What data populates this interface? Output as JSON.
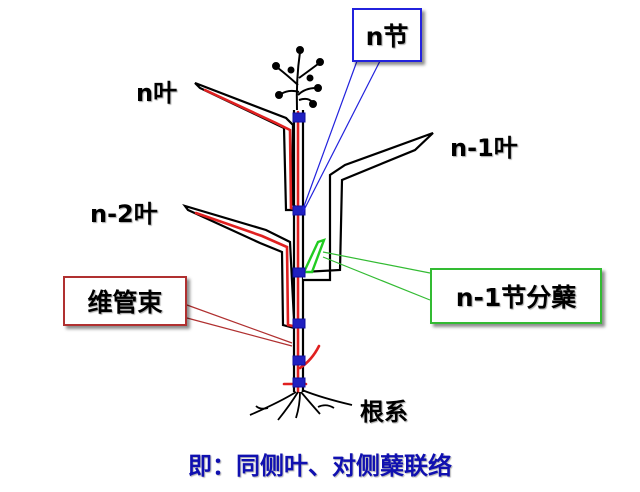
{
  "labels": {
    "n_leaf": "n叶",
    "n_minus_1_leaf": "n-1叶",
    "n_minus_2_leaf": "n-2叶",
    "vascular_bundle": "维管束",
    "n_node": "n节",
    "tiller": "n-1节分蘖",
    "roots": "根系"
  },
  "caption": "即：同侧叶、对侧蘖联络",
  "colors": {
    "stem": "#000000",
    "vascular": "#e02020",
    "node": "#2020c0",
    "tiller": "#22cc22",
    "node_callout": "#2222dd",
    "vascular_box_border": "#b03030",
    "tiller_box_border": "#33bb33",
    "caption": "#1010b0"
  }
}
